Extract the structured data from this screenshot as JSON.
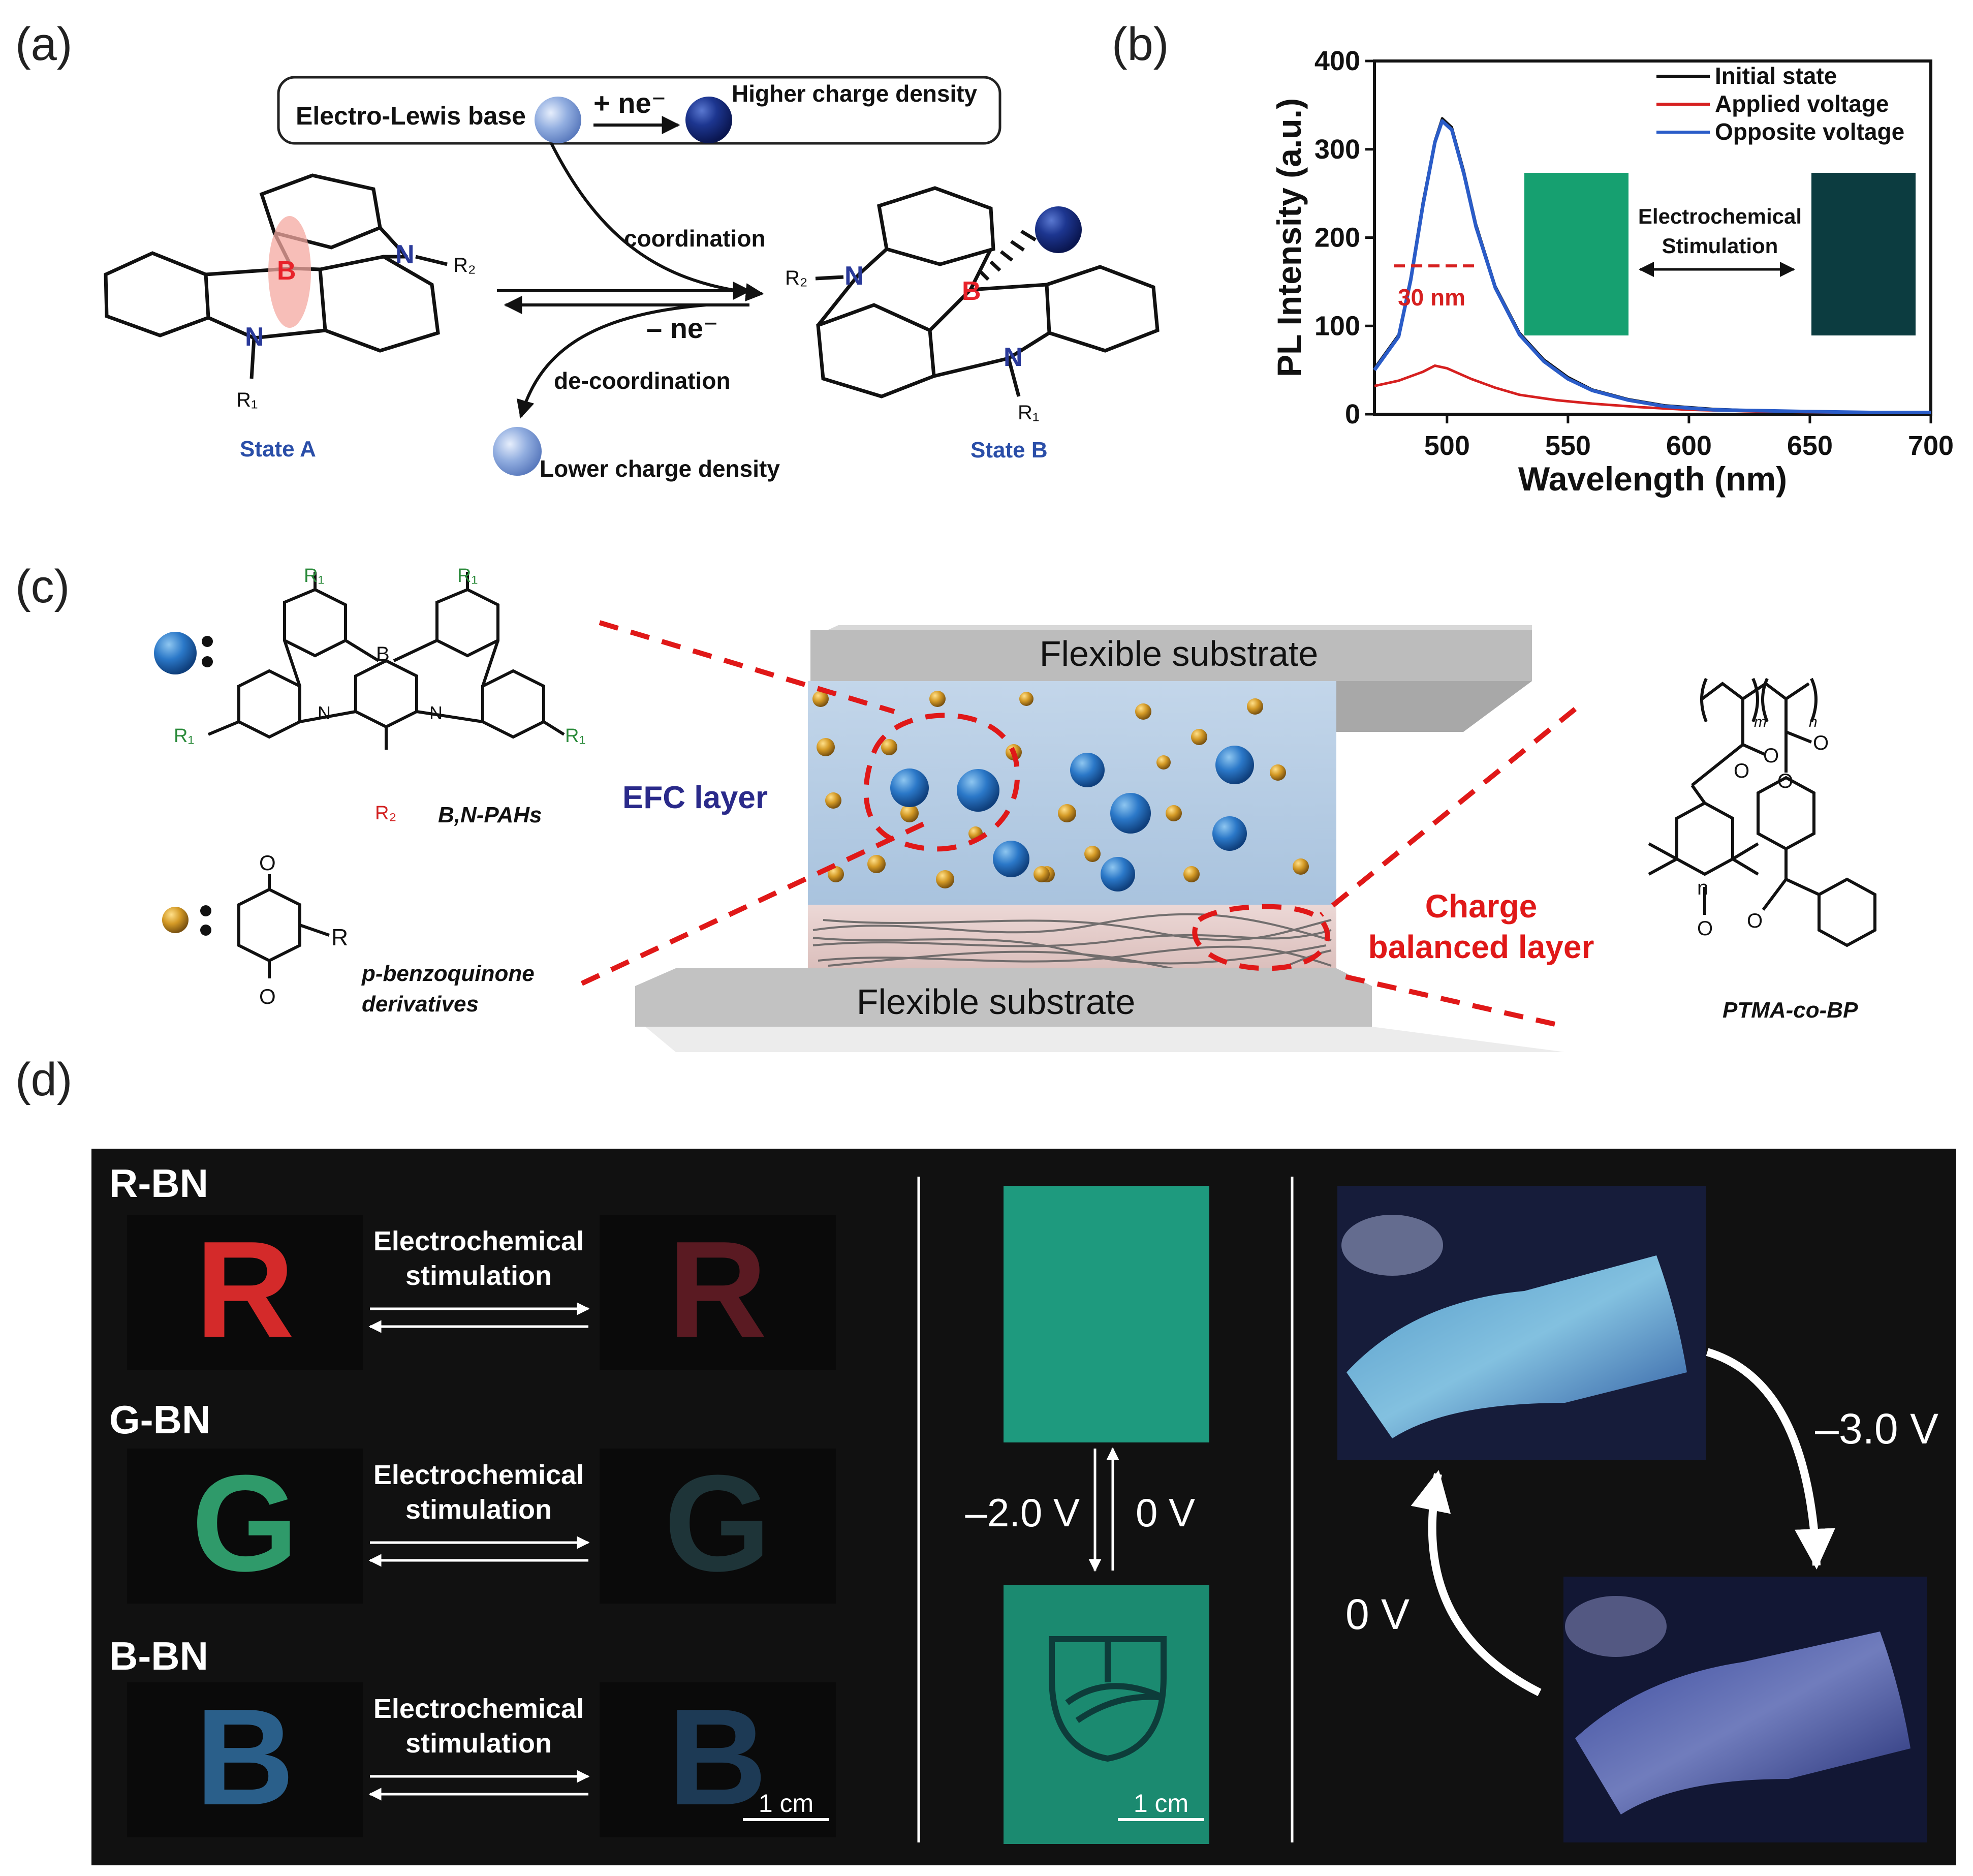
{
  "panels": {
    "a": {
      "label": "(a)",
      "lewis_base": "Electro-Lewis base",
      "plus_ne": "+ ne⁻",
      "higher": "Higher charge density",
      "coordination": "coordination",
      "minus_ne": "– ne⁻",
      "decoordination": "de-coordination",
      "lower": "Lower charge density",
      "state_a": "State A",
      "state_b": "State B",
      "atom_b": "B",
      "atom_n": "N",
      "r1": "R₁",
      "r2": "R₂"
    },
    "b": {
      "label": "(b)"
    },
    "c": {
      "label": "(c)",
      "bnpah_label": "B,N-PAHs",
      "pbq_label_1": "p-benzoquinone",
      "pbq_label_2": "derivatives",
      "colon": ":",
      "r": "R",
      "o": "O",
      "efc_layer": "EFC layer",
      "flexible_top": "Flexible substrate",
      "flexible_bottom": "Flexible substrate",
      "charge_balanced_1": "Charge",
      "charge_balanced_2": "balanced layer",
      "polymer_label": "PTMA-co-BP",
      "m": "m",
      "n": "n"
    },
    "d": {
      "label": "(d)",
      "rows": [
        {
          "name": "R-BN",
          "letter": "R",
          "color": "#d42a2a",
          "dim_color": "#5a1a22"
        },
        {
          "name": "G-BN",
          "letter": "G",
          "color": "#2f9a6a",
          "dim_color": "#1e3438"
        },
        {
          "name": "B-BN",
          "letter": "B",
          "color": "#2a5f8a",
          "dim_color": "#1d3a55"
        }
      ],
      "stim_1": "Electrochemical",
      "stim_2": "stimulation",
      "scale_left": "1 cm",
      "scale_mid": "1 cm",
      "v_neg2": "–2.0 V",
      "v_0_mid": "0 V",
      "v_neg3": "–3.0 V",
      "v_0_right": "0 V"
    }
  },
  "chart_data": {
    "type": "line",
    "xlabel": "Wavelength (nm)",
    "ylabel": "PL Intensity (a.u.)",
    "xlim": [
      470,
      700
    ],
    "ylim": [
      0,
      400
    ],
    "xticks": [
      500,
      550,
      600,
      650,
      700
    ],
    "yticks": [
      0,
      100,
      200,
      300,
      400
    ],
    "legend_position": "top-right",
    "series": [
      {
        "name": "Initial state",
        "color": "#111111",
        "x": [
          470,
          480,
          485,
          490,
          495,
          498,
          502,
          507,
          512,
          520,
          530,
          540,
          550,
          560,
          575,
          590,
          610,
          630,
          650,
          675,
          700
        ],
        "y": [
          52,
          90,
          155,
          240,
          310,
          335,
          325,
          275,
          215,
          145,
          92,
          62,
          42,
          28,
          17,
          10,
          6,
          4,
          3,
          2,
          2
        ]
      },
      {
        "name": "Applied voltage",
        "color": "#d62020",
        "x": [
          470,
          480,
          490,
          495,
          500,
          510,
          520,
          530,
          545,
          560,
          580,
          600,
          630,
          660,
          700
        ],
        "y": [
          32,
          38,
          48,
          55,
          52,
          40,
          30,
          22,
          16,
          12,
          8,
          5,
          3,
          2,
          2
        ]
      },
      {
        "name": "Opposite voltage",
        "color": "#2a5cc8",
        "x": [
          470,
          480,
          485,
          490,
          495,
          498,
          502,
          507,
          512,
          520,
          530,
          540,
          550,
          560,
          575,
          590,
          610,
          630,
          650,
          675,
          700
        ],
        "y": [
          50,
          88,
          152,
          236,
          308,
          332,
          322,
          272,
          212,
          143,
          90,
          60,
          40,
          27,
          16,
          9,
          5,
          4,
          3,
          2,
          2
        ]
      }
    ],
    "annotation_fwhm": "30 nm",
    "inset_label_1": "Electrochemical",
    "inset_label_2": "Stimulation"
  }
}
